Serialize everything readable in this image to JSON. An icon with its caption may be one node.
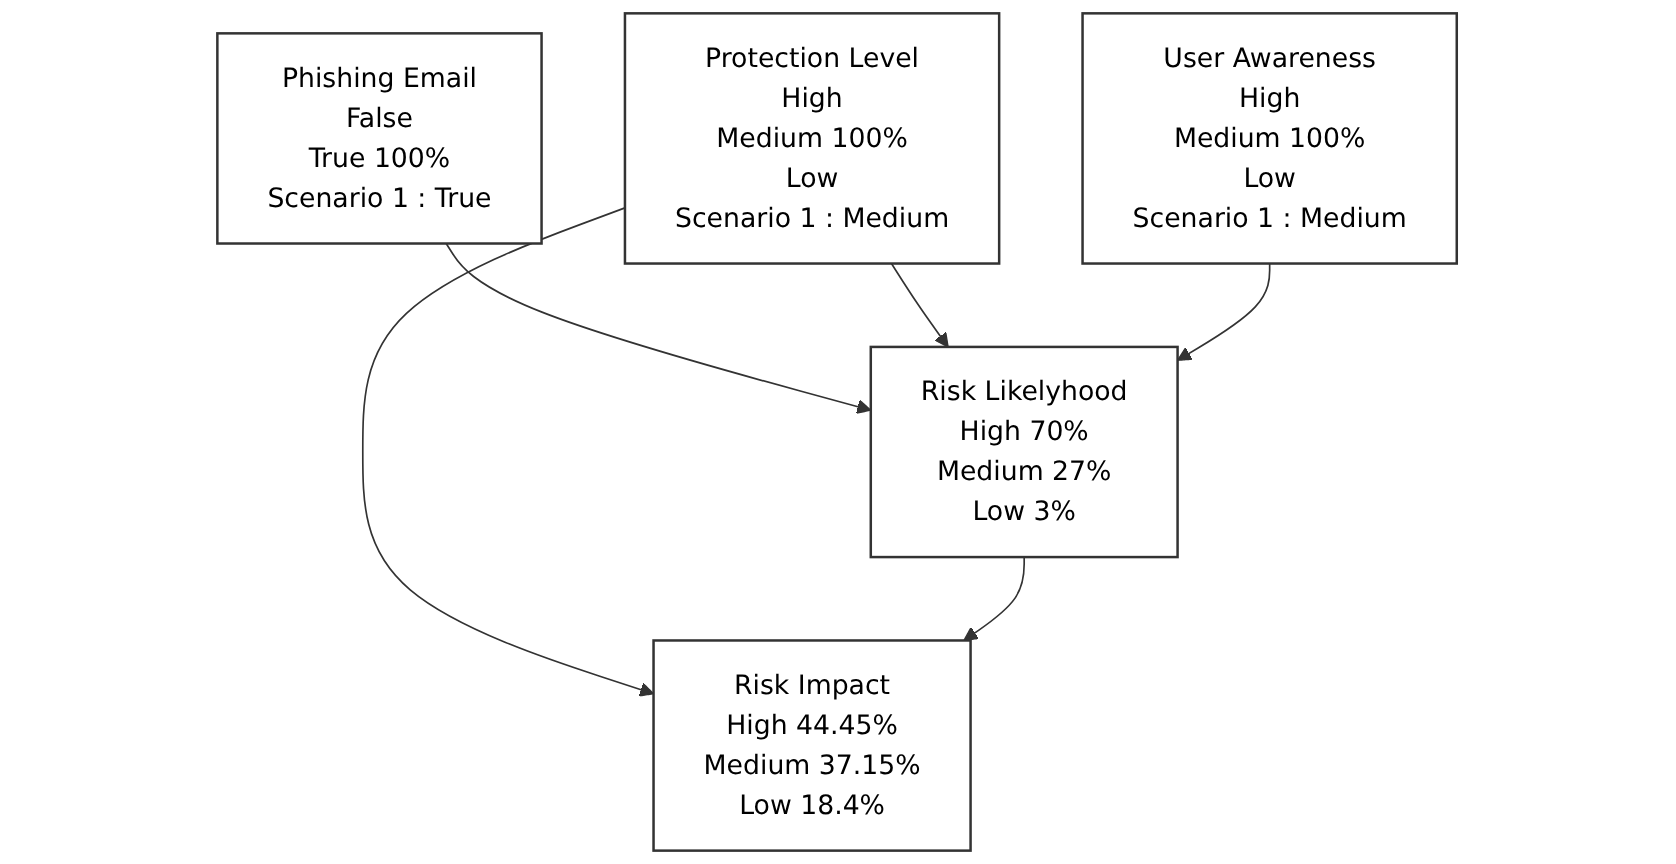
{
  "diagram": {
    "nodes": [
      {
        "text": [
          "Phishing Email",
          "False",
          "True 100%",
          "Scenario 1 : True"
        ]
      },
      {
        "text": [
          "Protection Level",
          "High",
          "Medium 100%",
          "Low",
          "Scenario 1 : Medium"
        ]
      },
      {
        "text": [
          "Risk Likelyhood",
          "High 70%",
          "Medium 27%",
          "Low 3%"
        ]
      },
      {
        "text": [
          "User Awareness",
          "High",
          "Medium 100%",
          "Low",
          "Scenario 1 : Medium"
        ]
      },
      {
        "text": [
          "Risk Impact",
          "High 44.45%",
          "Medium 37.15%",
          "Low 18.4%"
        ]
      }
    ],
    "edges": [
      {
        "from": 0,
        "to": 2,
        "arrow": "to"
      },
      {
        "from": 1,
        "to": 2,
        "arrow": "to"
      },
      {
        "from": 3,
        "to": 2,
        "arrow": "to"
      },
      {
        "from": 1,
        "to": 4,
        "arrow": "to"
      },
      {
        "from": 2,
        "to": 4,
        "arrow": "to"
      }
    ]
  }
}
